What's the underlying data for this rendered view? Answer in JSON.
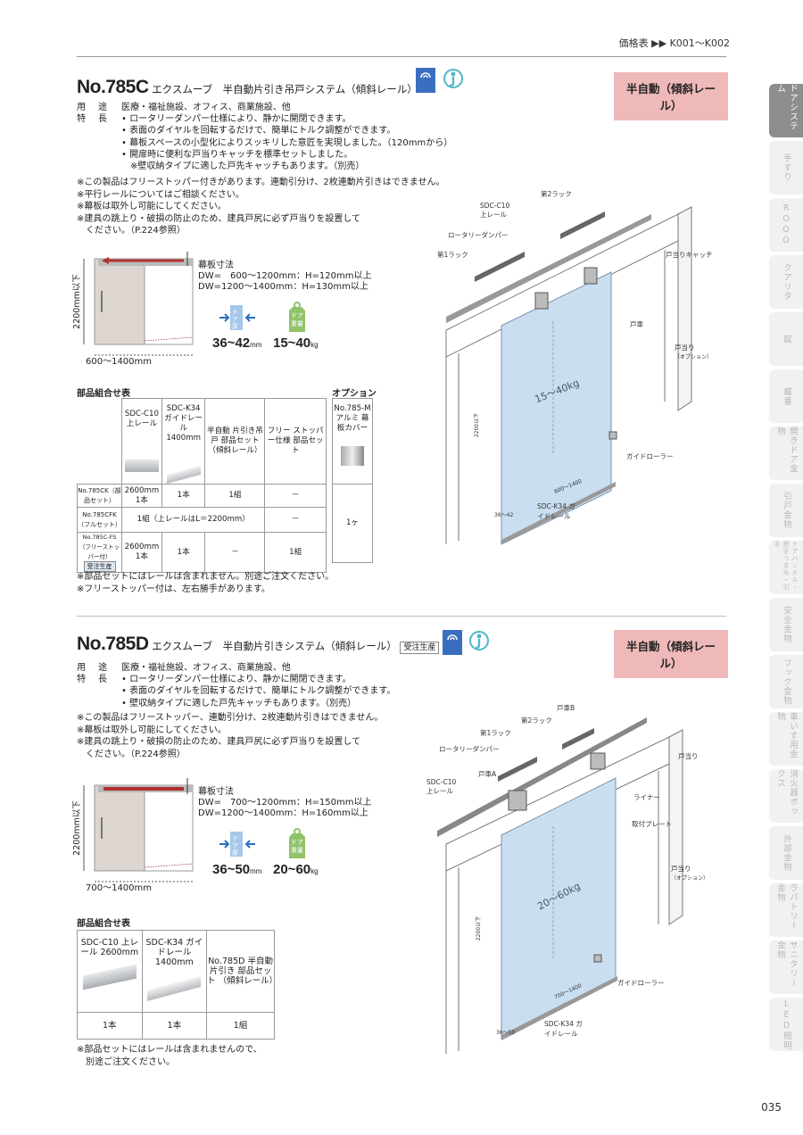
{
  "header": {
    "price_ref": "価格表 ▶▶ K001〜K002"
  },
  "sidebar": {
    "tabs": [
      {
        "label": "ドアシステム",
        "active": true
      },
      {
        "label": "手すり",
        "active": false
      },
      {
        "label": "ROOO",
        "active": false
      },
      {
        "label": "クアリタ",
        "active": false
      },
      {
        "label": "錠",
        "active": false
      },
      {
        "label": "蝶番",
        "active": false
      },
      {
        "label": "開きドア金物",
        "active": false
      },
      {
        "label": "引戸金物",
        "active": false
      },
      {
        "label": "ドアハンドル・把手つまみ・引手",
        "active": false
      },
      {
        "label": "安全金物",
        "active": false
      },
      {
        "label": "フック金物",
        "active": false
      },
      {
        "label": "車いす用金物",
        "active": false
      },
      {
        "label": "消火器ボックス",
        "active": false
      },
      {
        "label": "外部金物",
        "active": false
      },
      {
        "label": "ラバトリー金物",
        "active": false
      },
      {
        "label": "サニタリー金物",
        "active": false
      },
      {
        "label": "LED照明",
        "active": false
      }
    ]
  },
  "product1": {
    "number": "No.785C",
    "title": "エクスムーブ　半自動片引き吊戸システム（傾斜レール）",
    "badge": "半自動（傾斜レール）",
    "icon_text": "アイズレス",
    "use_label": "用　途",
    "use_text": "医療・福祉施設、オフィス、商業施設、他",
    "feature_label": "特　長",
    "features": [
      "• ロータリーダンパー仕様により、静かに開閉できます。",
      "• 表面のダイヤルを回転するだけで、簡単にトルク調整ができます。",
      "• 幕板スペースの小型化によりスッキリした意匠を実現しました。（120mmから）",
      "• 開扉時に便利な戸当りキャッチを標準セットしました。",
      "※壁収納タイプに適した戸先キャッチもあります。（別売）"
    ],
    "notes": [
      "※この製品はフリーストッパー付きがあります。連動引分け、2枚連動片引きはできません。",
      "※平行レールについてはご相談ください。",
      "※幕板は取外し可能にしてください。",
      "※建具の跳上り・破損の防止のため、建具戸尻に必ず戸当りを設置して",
      "　ください。（P.224参照）"
    ],
    "dims": {
      "makuita_title": "幕板寸法",
      "makuita_1": "DW=　600〜1200mm：H=120mm以上",
      "makuita_2": "DW=1200〜1400mm：H=130mm以上",
      "height": "2200mm以下",
      "width": "600〜1400mm",
      "door_thick_label": "ドア厚",
      "door_thick": "36~42",
      "door_thick_unit": "mm",
      "door_weight_label": "ドア重量",
      "door_weight": "15~40",
      "door_weight_unit": "kg"
    },
    "parts_title": "部品組合せ表",
    "option_title": "オプション",
    "parts_headers": [
      "SDC-C10 上レール",
      "SDC-K34 ガイドレール 1400mm",
      "半自動 片引き吊戸 部品セット （傾斜レール）",
      "フリー ストッパー仕様 部品セット"
    ],
    "option_header": "No.785-M アルミ 幕板カバー",
    "parts_rows": [
      {
        "name": "No.785CK（部品セット）",
        "c1": "2600mm 1本",
        "c2": "1本",
        "c3": "1組",
        "c4": "－"
      },
      {
        "name": "No.785CFK（フルセット）",
        "c1": "1組（上レールはL＝2200mm）",
        "c4": "－"
      },
      {
        "name": "No.785C-FS（フリーストッパー付）",
        "tag": "受注生産",
        "c1": "2600mm 1本",
        "c2": "1本",
        "c3": "－",
        "c4": "1組"
      }
    ],
    "option_value": "1ヶ",
    "parts_notes": [
      "※部品セットにはレールは含まれません。別途ご注文ください。",
      "※フリーストッパー付は、左右勝手があります。"
    ],
    "diagram_labels": {
      "rack2": "第2ラック",
      "upper_rail": "SDC-C10 上レール",
      "damper": "ロータリーダンパー",
      "rack1": "第1ラック",
      "catch": "戸当りキャッチ",
      "wheel": "戸車",
      "stop": "戸当り",
      "stop_opt": "（オプション）",
      "weight": "15〜40kg",
      "height": "2200以下",
      "guide_roller": "ガイドローラー",
      "width": "600〜1400",
      "guide_rail": "SDC-K34 ガイドレール",
      "thick": "36〜42"
    }
  },
  "product2": {
    "number": "No.785D",
    "title": "エクスムーブ　半自動片引きシステム（傾斜レール）",
    "order_tag": "受注生産",
    "badge": "半自動（傾斜レール）",
    "icon_text": "アイズレス",
    "use_label": "用　途",
    "use_text": "医療・福祉施設、オフィス、商業施設、他",
    "feature_label": "特　長",
    "features": [
      "• ロータリーダンパー仕様により、静かに開閉できます。",
      "• 表面のダイヤルを回転するだけで、簡単にトルク調整ができます。",
      "• 壁収納タイプに適した戸先キャッチもあります。（別売）"
    ],
    "notes": [
      "※この製品はフリーストッパー、連動引分け、2枚連動片引きはできません。",
      "※幕板は取外し可能にしてください。",
      "※建具の跳上り・破損の防止のため、建具戸尻に必ず戸当りを設置して",
      "　ください。（P.224参照）"
    ],
    "dims": {
      "makuita_title": "幕板寸法",
      "makuita_1": "DW=　700〜1200mm：H=150mm以上",
      "makuita_2": "DW=1200〜1400mm：H=160mm以上",
      "height": "2200mm以下",
      "width": "700〜1400mm",
      "door_thick_label": "ドア厚",
      "door_thick": "36~50",
      "door_thick_unit": "mm",
      "door_weight_label": "ドア重量",
      "door_weight": "20~60",
      "door_weight_unit": "kg"
    },
    "parts_title": "部品組合せ表",
    "parts_headers": [
      "SDC-C10 上レール 2600mm",
      "SDC-K34 ガイドレール 1400mm",
      "No.785D 半自動片引き 部品セット （傾斜レール）"
    ],
    "parts_values": [
      "1本",
      "1本",
      "1組"
    ],
    "parts_notes": [
      "※部品セットにはレールは含まれませんので、",
      "　別途ご注文ください。"
    ],
    "diagram_labels": {
      "wheel_b": "戸車B",
      "rack2": "第2ラック",
      "rack1": "第1ラック",
      "damper": "ロータリーダンパー",
      "wheel_a": "戸車A",
      "upper_rail": "SDC-C10 上レール",
      "stop": "戸当り",
      "liner": "ライナー",
      "plate": "取付プレート",
      "stop2": "戸当り",
      "stop_opt": "（オプション）",
      "weight": "20〜60kg",
      "height": "2200以下",
      "guide_roller": "ガイドローラー",
      "width": "700〜1400",
      "guide_rail": "SDC-K34 ガイドレール",
      "thick": "36〜50"
    }
  },
  "page_number": "035",
  "colors": {
    "badge": "#f0b9b9",
    "rail_red": "#b03030",
    "door_blue": "#c9def0",
    "sidebar_active": "#8d8d8d"
  }
}
